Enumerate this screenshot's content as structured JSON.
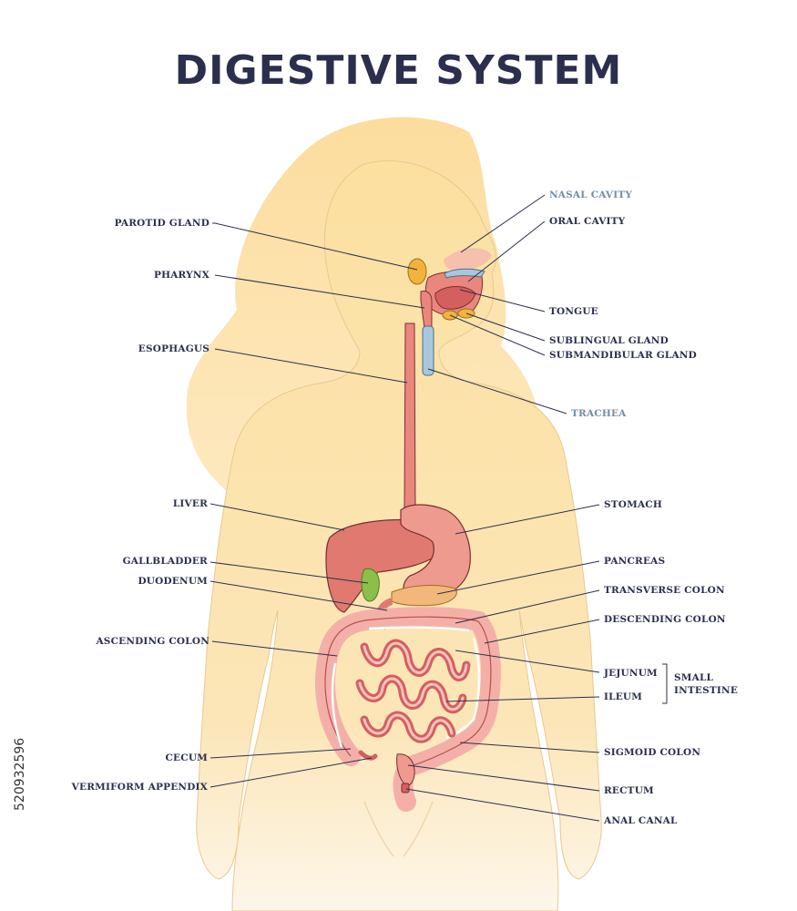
{
  "title": "DIGESTIVE SYSTEM",
  "labels": {
    "nasal_cavity": "NASAL CAVITY",
    "oral_cavity": "ORAL CAVITY",
    "parotid_gland": "PAROTID GLAND",
    "pharynx": "PHARYNX",
    "tongue": "TONGUE",
    "sublingual_gland": "SUBLINGUAL GLAND",
    "submandibular_gland": "SUBMANDIBULAR GLAND",
    "esophagus": "ESOPHAGUS",
    "trachea": "TRACHEA",
    "liver": "LIVER",
    "stomach": "STOMACH",
    "gallbladder": "GALLBLADDER",
    "pancreas": "PANCREAS",
    "duodenum": "DUODENUM",
    "transverse_colon": "TRANSVERSE COLON",
    "descending_colon": "DESCENDING COLON",
    "ascending_colon": "ASCENDING COLON",
    "jejunum": "JEJUNUM",
    "ileum": "ILEUM",
    "small_intestine_1": "SMALL",
    "small_intestine_2": "INTESTINE",
    "cecum": "CECUM",
    "sigmoid_colon": "SIGMOID COLON",
    "vermiform_appendix": "VERMIFORM APPENDIX",
    "rectum": "RECTUM",
    "anal_canal": "ANAL CANAL"
  },
  "stock_id": "520932596",
  "colors": {
    "title": "#2b2f4d",
    "label": "#2b2f4d",
    "label_respiratory": "#6f8fa6",
    "leader_line": "#2b2f4d",
    "body_fill": "#fbe3a8",
    "hair_fill": "#fbd98c",
    "organ_fill": "#e9877f",
    "organ_outline": "#7a2f2f",
    "intestine_fill": "#f2a8a4",
    "gallbladder_fill": "#8bbf4a",
    "gland_fill": "#f2b33d",
    "trachea_fill": "#a9c6dc"
  }
}
